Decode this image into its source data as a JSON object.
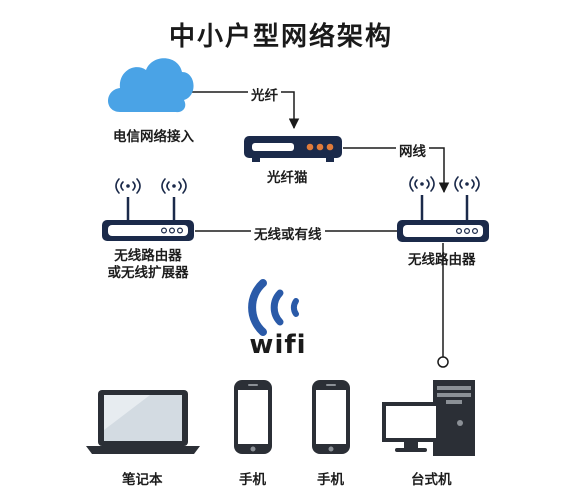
{
  "title": "中小户型网络架构",
  "nodes": {
    "internet": "电信网络接入",
    "modem": "光纤猫",
    "router_left_line1": "无线路由器",
    "router_left_line2": "或无线扩展器",
    "router_right": "无线路由器",
    "laptop": "笔记本",
    "phone1": "手机",
    "phone2": "手机",
    "desktop": "台式机",
    "wifi": "wifi"
  },
  "edges": {
    "fiber": "光纤",
    "cable": "网线",
    "wireless_or_wired": "无线或有线"
  },
  "colors": {
    "cloud": "#4aa3e6",
    "navy": "#1b2a4a",
    "wifi_blue": "#2a5aa8",
    "device_dark": "#2b2f36",
    "screen": "#d3dbe2",
    "led_orange": "#e07b3a"
  }
}
